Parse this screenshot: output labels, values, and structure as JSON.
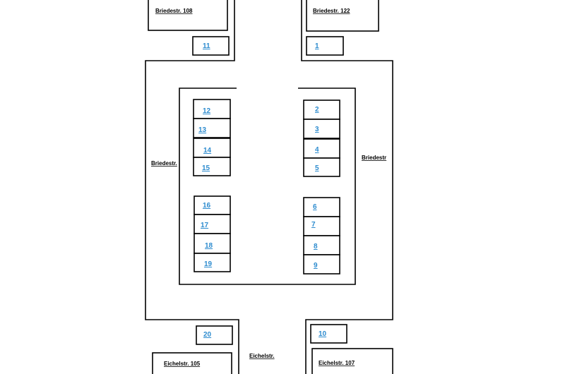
{
  "colors": {
    "link": "#2e8ccf",
    "line": "#000000",
    "background": "#ffffff"
  },
  "buildings": {
    "top_left": "Briedestr. 108",
    "top_right": "Briedestr. 122",
    "bottom_left": "Eichelstr. 105",
    "bottom_right": "Eichelstr. 107"
  },
  "streets": {
    "left": "Briedestr.",
    "right": "Briedestr",
    "bottom": "Eichelstr."
  },
  "spots": {
    "s1": "1",
    "s2": "2",
    "s3": "3",
    "s4": "4",
    "s5": "5",
    "s6": "6",
    "s7": "7",
    "s8": "8",
    "s9": "9",
    "s10": "10",
    "s11": "11",
    "s12": "12",
    "s13": "13",
    "s14": "14",
    "s15": "15",
    "s16": "16",
    "s17": "17",
    "s18": "18",
    "s19": "19",
    "s20": "20"
  }
}
